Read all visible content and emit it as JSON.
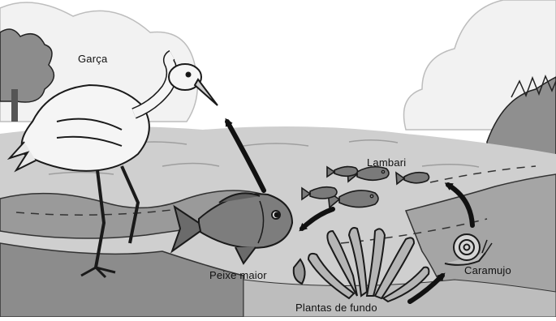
{
  "labels": {
    "garca": "Garça",
    "lambari": "Lambari",
    "peixe_maior": "Peixe maior",
    "caramujo": "Caramujo",
    "plantas_de_fundo": "Plantas de fundo"
  },
  "colors": {
    "sky": "#ffffff",
    "cloud": "#f7f7f7",
    "water": "#c9c9c9",
    "water_dark": "#9a9a9a",
    "ground": "#8a8a8a",
    "outline": "#1a1a1a",
    "fish": "#7a7a7a",
    "arrow": "#111111"
  }
}
